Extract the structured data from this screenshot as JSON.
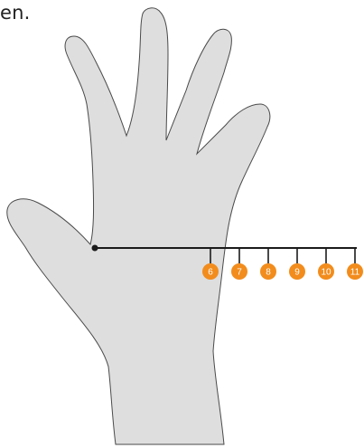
{
  "caption_fragment": "en.",
  "colors": {
    "hand_fill": "#dedede",
    "hand_stroke": "#4a4a4a",
    "ruler": "#1b1b1b",
    "marker": "#f28c1c",
    "marker_text": "#ffffff"
  },
  "ruler": {
    "size_labels": [
      "6",
      "7",
      "8",
      "9",
      "10",
      "11"
    ]
  }
}
